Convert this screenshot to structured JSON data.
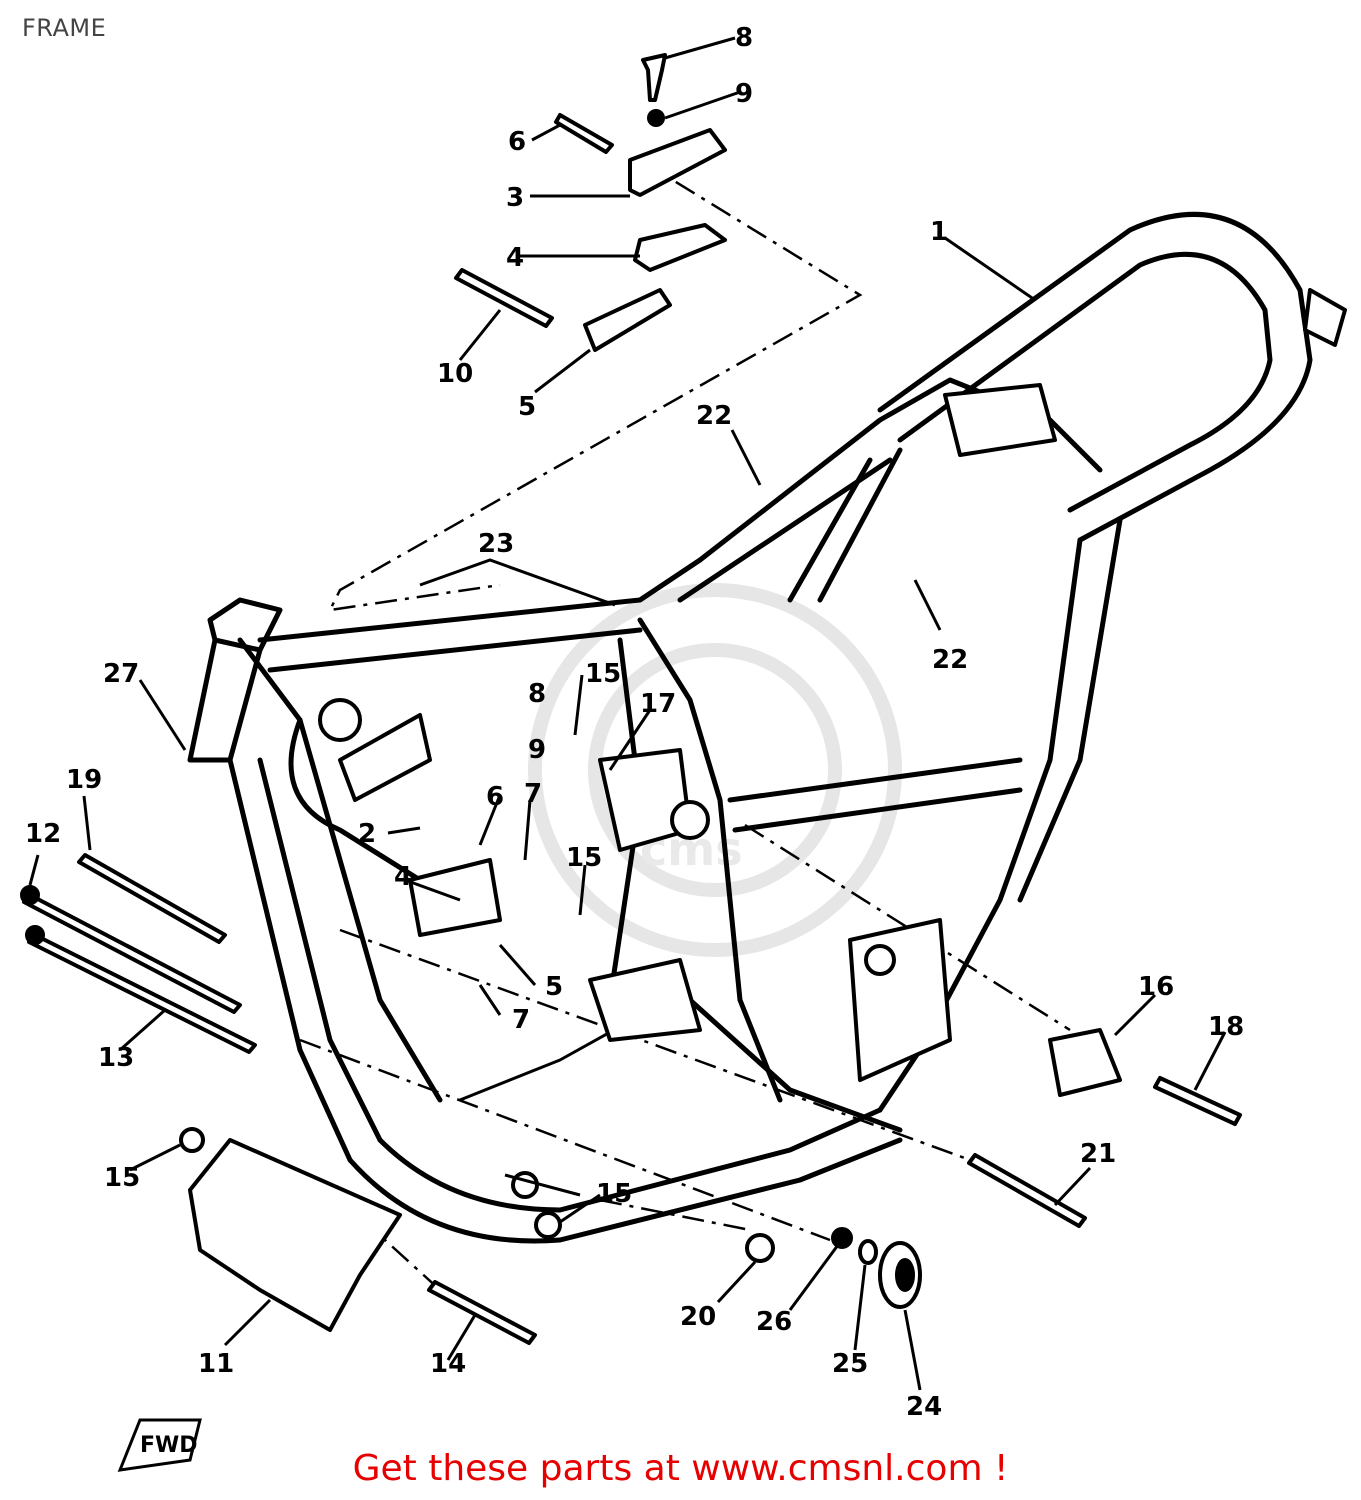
{
  "title": "FRAME",
  "footer": "Get these parts at www.cmsnl.com !",
  "watermark": "cms",
  "fwd_mark": "FWD",
  "callouts": [
    "1",
    "2",
    "3",
    "4",
    "5",
    "6",
    "7",
    "8",
    "9",
    "10",
    "11",
    "12",
    "13",
    "14",
    "15",
    "16",
    "17",
    "18",
    "19",
    "20",
    "21",
    "22",
    "23",
    "24",
    "25",
    "26",
    "27"
  ],
  "colors": {
    "footer": "#e60000",
    "lines": "#000000"
  }
}
